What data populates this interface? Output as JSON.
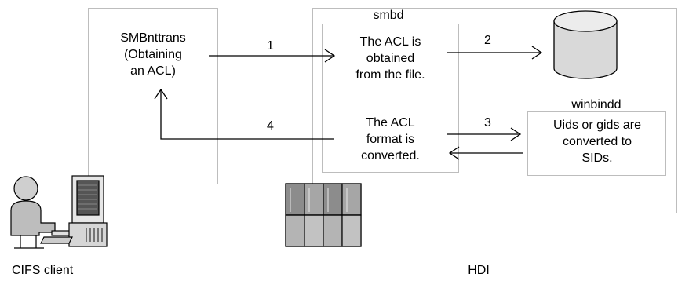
{
  "client": {
    "process_label": "SMBnttrans\n(Obtaining\nan ACL)",
    "name": "CIFS client"
  },
  "hdi": {
    "name": "HDI",
    "smbd": {
      "title": "smbd",
      "step_obtain_text": "The ACL is\nobtained\nfrom the file.",
      "step_convert_text": "The ACL\nformat is\nconverted."
    },
    "winbindd": {
      "title": "winbindd",
      "text": "Uids or gids are\nconverted to\nSIDs."
    }
  },
  "steps": {
    "s1": "1",
    "s2": "2",
    "s3": "3",
    "s4": "4"
  },
  "icons": [
    "cylinder-storage-icon",
    "client-workstation-icon",
    "server-rack-icon"
  ],
  "colors": {
    "border": "#bdbdbd",
    "arrow": "#000000",
    "cylinder": "#d9d9d9"
  }
}
